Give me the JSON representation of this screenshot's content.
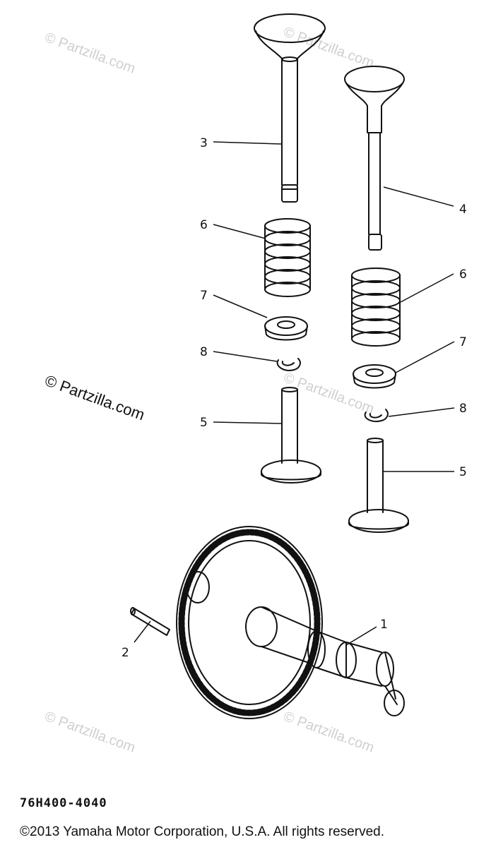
{
  "diagram": {
    "callouts": {
      "c1": "1",
      "c2": "2",
      "c3": "3",
      "c4": "4",
      "c5a": "5",
      "c5b": "5",
      "c6a": "6",
      "c6b": "6",
      "c7a": "7",
      "c7b": "7",
      "c8a": "8",
      "c8b": "8"
    },
    "part_code": "76H400-4040",
    "copyright": "©2013 Yamaha Motor Corporation, U.S.A. All rights reserved."
  },
  "watermark": {
    "main": "© Partzilla.com",
    "faint": "© Partzilla.com"
  }
}
